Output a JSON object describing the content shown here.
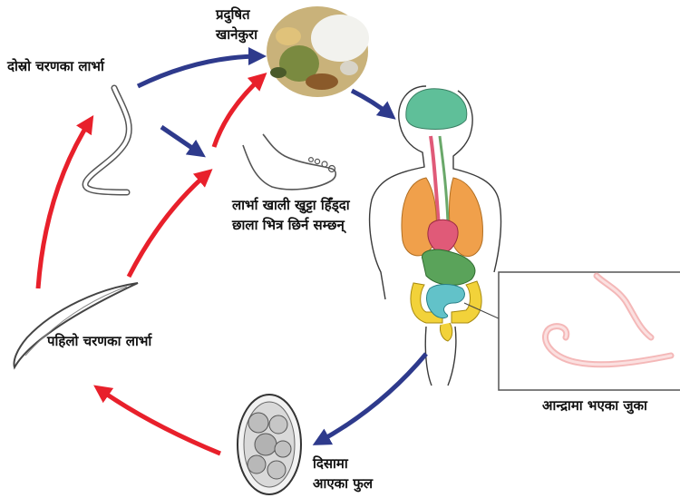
{
  "labels": {
    "contaminated_food": [
      "प्रदुषित",
      "खानेकुरा"
    ],
    "second_stage_larva": "दोस्रो चरणका लार्भा",
    "barefoot_entry": [
      "लार्भा खाली खुट्टा हिँड्दा",
      "छाला भित्र छिर्न सम्छन्"
    ],
    "first_stage_larva": "पहिलो चरणका लार्भा",
    "worm_in_intestine": "आन्द्रामा भएका जुका",
    "eggs_in_stool": [
      "दिसामा",
      "आएका फुल"
    ]
  },
  "colors": {
    "arrow_red": "#e8202b",
    "arrow_blue": "#2e3a8c",
    "outline": "#3a3a3a",
    "brain": "#5fbf99",
    "lungs": "#f0a04b",
    "heart": "#e05a78",
    "stomach": "#5aa35a",
    "colon": "#f2d23a",
    "small_intestine": "#62c2c9",
    "worm": "#f4b8b8",
    "egg_fill": "#d9d9d9"
  },
  "icons": [
    "food-photo-icon",
    "foot-icon",
    "human-body-icon",
    "worm-icon",
    "larva-icon",
    "egg-cluster-icon"
  ]
}
